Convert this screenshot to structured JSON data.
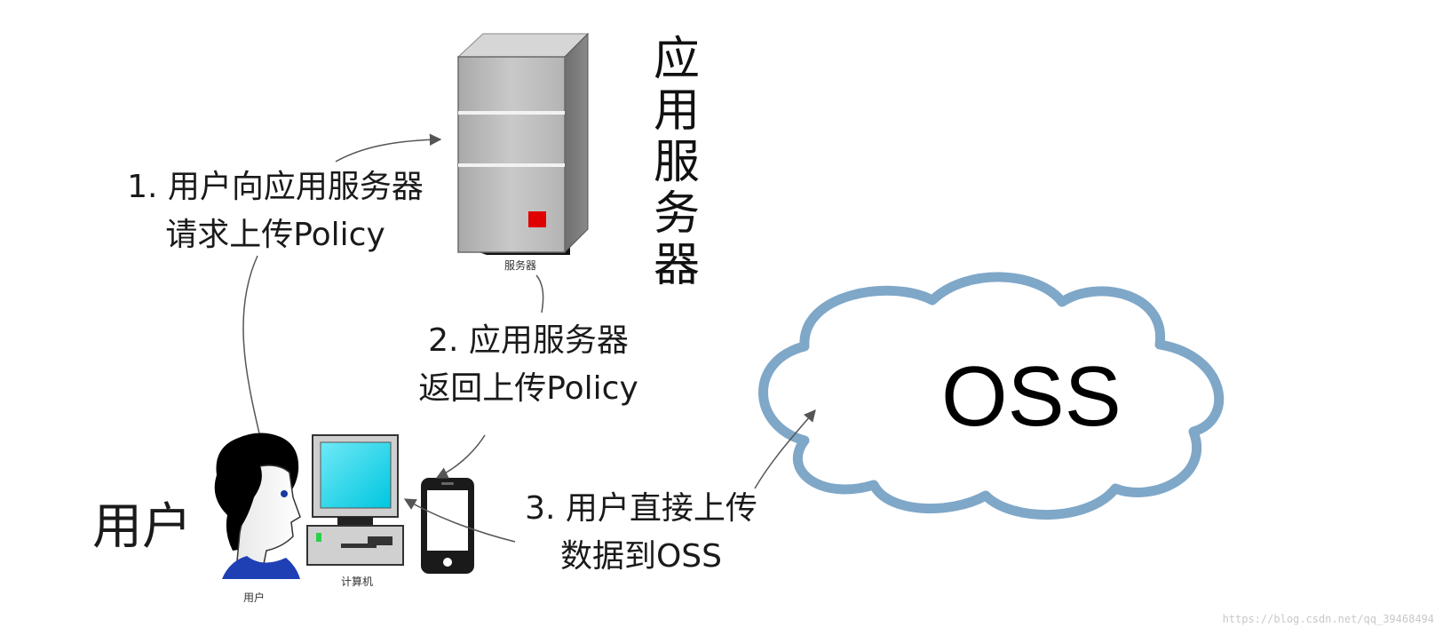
{
  "server": {
    "title": "应用服务器",
    "caption": "服务器",
    "accent_color": "#e00000"
  },
  "user": {
    "title": "用户",
    "caption": "用户",
    "computer_caption": "计算机"
  },
  "cloud": {
    "label": "OSS",
    "stroke_color": "#7fa7c8"
  },
  "steps": [
    {
      "line1": "1. 用户向应用服务器",
      "line2": "请求上传Policy"
    },
    {
      "line1": "2. 应用服务器",
      "line2": "返回上传Policy"
    },
    {
      "line1": "3. 用户直接上传",
      "line2": "数据到OSS"
    }
  ],
  "watermark": "https://blog.csdn.net/qq_39468494"
}
